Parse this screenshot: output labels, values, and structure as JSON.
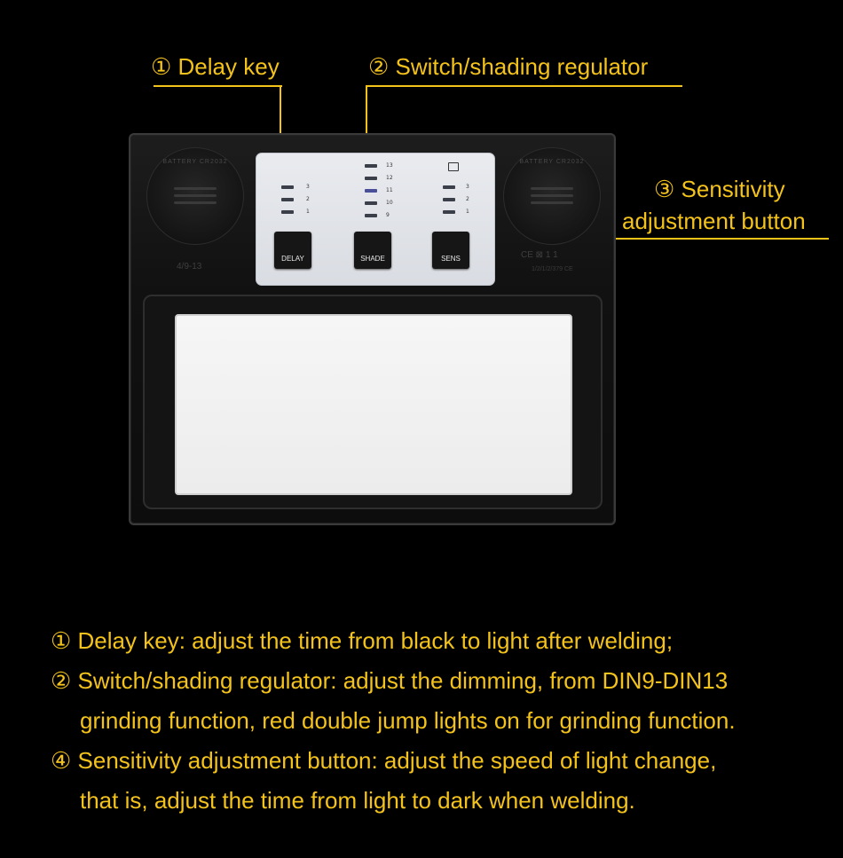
{
  "callouts": {
    "delay": "① Delay key",
    "shade": "② Switch/shading regulator",
    "sens_line1": "③ Sensitivity",
    "sens_line2": "adjustment button"
  },
  "device": {
    "keys": [
      "DELAY",
      "SHADE",
      "SENS"
    ],
    "shade_levels": [
      "13",
      "12",
      "11",
      "10",
      "9"
    ],
    "delay_levels": [
      "3",
      "2",
      "1"
    ],
    "sens_levels": [
      "3",
      "2",
      "1"
    ],
    "battery_label": "BATTERY CR2032",
    "din_marking": "4/9-13",
    "ce_marking": "CE ⊠ 1 1",
    "standard_marking": "1/2/1/2/379 CE"
  },
  "description": [
    "① Delay key: adjust the time from black to light after welding;",
    "② Switch/shading regulator: adjust the dimming, from DIN9-DIN13",
    "grinding function, red double jump lights on for grinding function.",
    "④ Sensitivity adjustment button: adjust the speed of light change,",
    "that is, adjust the time from light to dark when welding."
  ],
  "colors": {
    "accent": "#f3c21b",
    "background": "#000000"
  }
}
